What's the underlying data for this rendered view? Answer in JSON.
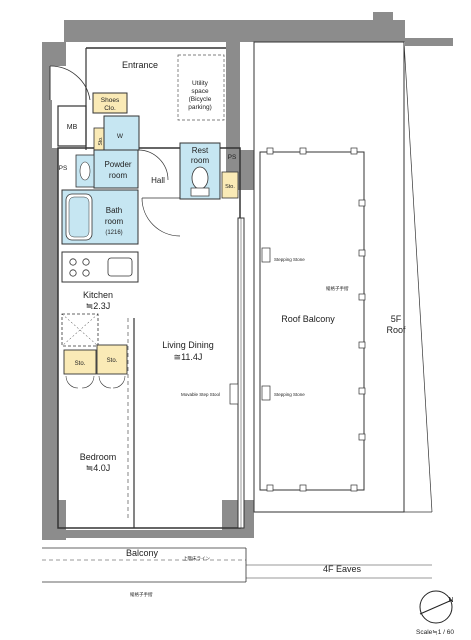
{
  "rooms": {
    "entrance": "Entrance",
    "utility_line1": "Utility",
    "utility_line2": "space",
    "utility_line3": "(Bicycle",
    "utility_line4": "parking)",
    "shoes_line1": "Shoes",
    "shoes_line2": "Clo.",
    "mb": "MB",
    "sto_small": "Sto.",
    "w": "W",
    "ps": "PS",
    "powder_line1": "Powder",
    "powder_line2": "room",
    "rest_line1": "Rest",
    "rest_line2": "room",
    "hall": "Hall",
    "sto_rest": "Sto.",
    "bath_line1": "Bath",
    "bath_line2": "room",
    "bath_size": "(1216)",
    "kitchen": "Kitchen",
    "kitchen_size": "≒2.3J",
    "living": "Living Dining",
    "living_size": "≅11.4J",
    "sto_a": "Sto.",
    "sto_b": "Sto.",
    "bedroom": "Bedroom",
    "bedroom_size": "≒4.0J",
    "roof_balcony": "Roof Balcony",
    "roof_5f_line1": "5F",
    "roof_5f_line2": "Roof",
    "balcony": "Balcony",
    "eaves": "4F Eaves"
  },
  "notes": {
    "stepping_stone_1": "Stepping Stone",
    "stepping_stone_2": "Stepping Stone",
    "movable_step_stool": "Movable Step Stool",
    "railing_top": "縦格子手摺",
    "upper_floor_line": "上階床ライン",
    "railing_bottom": "縦格子手摺",
    "scale": "Scale≒1 / 60"
  },
  "compass": {
    "north_label": "N"
  },
  "colors": {
    "wall": "#8c8c8c",
    "wall_edge": "#555555",
    "wet_area": "#c6e6f2",
    "storage": "#faeab6",
    "line": "#333333"
  }
}
